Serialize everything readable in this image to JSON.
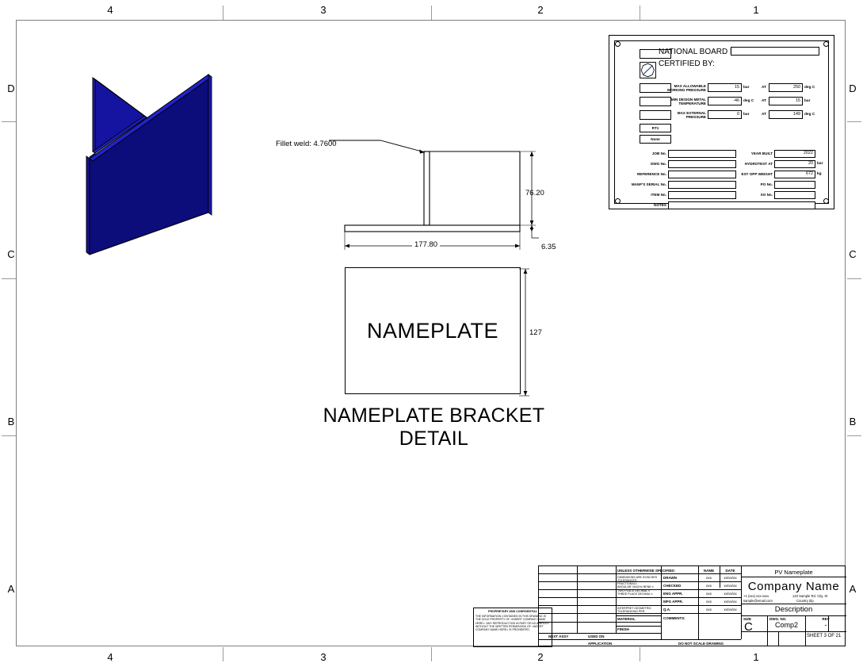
{
  "zones": {
    "top": [
      "4",
      "3",
      "2",
      "1"
    ],
    "bottom": [
      "4",
      "3",
      "2",
      "1"
    ],
    "left": [
      "D",
      "C",
      "B",
      "A"
    ],
    "right": [
      "D",
      "C",
      "B",
      "A"
    ]
  },
  "views": {
    "iso_label": "isometric-bracket",
    "section": {
      "weld_note": "Fillet weld: 4.7600",
      "dim_height": "76.20",
      "dim_width": "177.80",
      "dim_thickness": "6.35"
    },
    "face": {
      "plate_text": "NAMEPLATE",
      "dim_height": "127",
      "detail_title": "NAMEPLATE BRACKET DETAIL"
    }
  },
  "nameplate_tag": {
    "national_board_label": "NATIONAL BOARD No:",
    "national_board_value": "",
    "certified_by_label": "CERTIFIED BY:",
    "certified_by_value": "",
    "rows": [
      {
        "label": "MAX ALLOWABLE\nWORKING PRESSURE",
        "value": "15",
        "unit": "bar",
        "at_label": "AT",
        "at_value": "250",
        "at_unit": "deg C"
      },
      {
        "label": "MIN DESIGN METAL\nTEMPERATURE",
        "value": "-46",
        "unit": "deg C",
        "at_label": "AT",
        "at_value": "15",
        "at_unit": "bar"
      },
      {
        "label": "MAX EXTERNAL\nPRESSURE",
        "value": "0",
        "unit": "bar",
        "at_label": "AT",
        "at_value": "149",
        "at_unit": "deg C"
      }
    ],
    "code_boxes": [
      "",
      "",
      "",
      "RT1",
      "None"
    ],
    "left_fields": [
      {
        "label": "JOB No.",
        "value": ""
      },
      {
        "label": "DWG No.",
        "value": ""
      },
      {
        "label": "REFERENCE No.",
        "value": ""
      },
      {
        "label": "MANF'S SERIAL No.",
        "value": ""
      },
      {
        "label": "ITEM No.",
        "value": ""
      }
    ],
    "right_fields": [
      {
        "label": "YEAR BUILT",
        "value": "2022",
        "unit": ""
      },
      {
        "label": "HYDROTEST AT",
        "value": "20",
        "unit": "bar"
      },
      {
        "label": "EST OPP WEIGHT",
        "value": "672",
        "unit": "kg"
      },
      {
        "label": "PO No.",
        "value": "",
        "unit": ""
      },
      {
        "label": "SO No.",
        "value": "",
        "unit": ""
      }
    ],
    "notes_label": "NOTES",
    "notes_value": ""
  },
  "title_block": {
    "unless_header": "UNLESS OTHERWISE SPECIFIED:",
    "tolerance_text": "DIMENSIONS ARE IN INCHES\nTOLERANCES:\nFRACTIONAL±\nANGULAR: MACH±      BEND ±\nTWO PLACE DECIMAL    ±\nTHREE PLACE DECIMAL  ±",
    "interpret_text": "INTERPRET GEOMETRIC\nTOLERANCING PER:",
    "material_label": "MATERIAL",
    "finish_label": "FINISH",
    "next_assy": "NEXT ASSY",
    "used_on": "USED ON",
    "application": "APPLICATION",
    "do_not_scale": "DO NOT SCALE DRAWING",
    "col_name": "NAME",
    "col_date": "DATE",
    "signoff_rows": [
      {
        "role": "DRAWN",
        "name": "xxx",
        "date": "xx/xx/xx"
      },
      {
        "role": "CHECKED",
        "name": "xxx",
        "date": "xx/xx/xx"
      },
      {
        "role": "ENG APPR.",
        "name": "xxx",
        "date": "xx/xx/xx"
      },
      {
        "role": "MFG APPR.",
        "name": "xxx",
        "date": "xx/xx/xx"
      },
      {
        "role": "Q.A.",
        "name": "xxx",
        "date": "xx/xx/xx"
      }
    ],
    "comments_label": "COMMENTS:",
    "part_title": "PV Nameplate",
    "company_name": "Company Name",
    "phone": "+1 (xxx) xxx-xxxx",
    "email": "sample@email.com",
    "address1": "123 Sample Rd. City, St",
    "address2": "Country Zip",
    "description_label": "Description",
    "size_label": "SIZE",
    "size_value": "C",
    "dwg_no_label": "DWG.  NO.",
    "dwg_no_value": "Comp2",
    "rev_label": "REV",
    "rev_value": "-",
    "sheet_text": "SHEET 3 OF 21"
  },
  "proprietary": {
    "heading": "PROPRIETARY AND CONFIDENTIAL",
    "body": "THE INFORMATION CONTAINED IN THIS DRAWING IS THE SOLE PROPERTY OF <INSERT COMPANY NAME HERE>.  ANY REPRODUCTION IN PART OR AS A WHOLE WITHOUT THE WRITTEN PERMISSION OF <INSERT COMPANY NAME HERE> IS PROHIBITED."
  },
  "colors": {
    "part_blue_light": "#1a1ac8",
    "part_blue_dark": "#0a0a78",
    "part_blue_mid": "#14148c",
    "frame_gray": "#808080"
  }
}
